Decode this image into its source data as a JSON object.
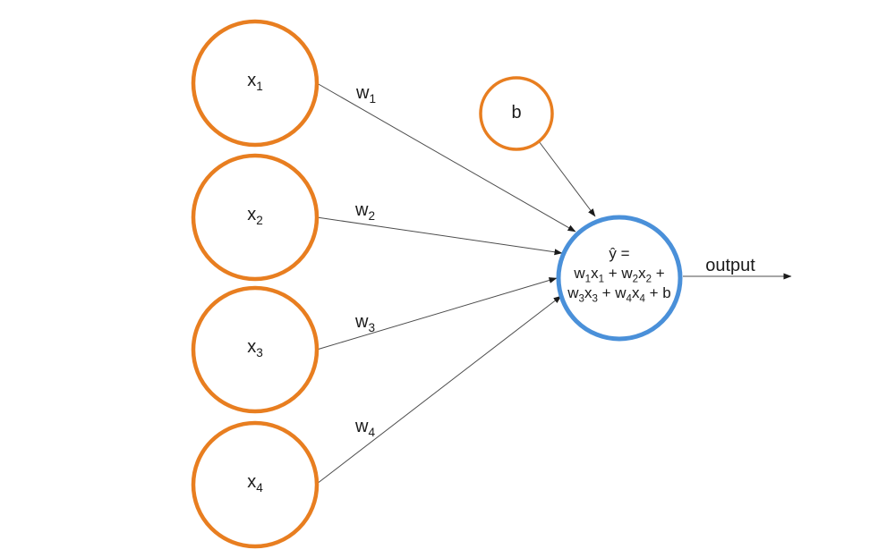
{
  "colors": {
    "node-orange": "#e87e20",
    "node-blue": "#4a90d9",
    "edge": "#4d4d4d",
    "arrowhead": "#1b1b1b",
    "text": "#1b1b1b",
    "bg": "#ffffff"
  },
  "diagram": {
    "inputs": [
      {
        "label": [
          {
            "t": "x"
          },
          {
            "sub": "1"
          }
        ]
      },
      {
        "label": [
          {
            "t": "x"
          },
          {
            "sub": "2"
          }
        ]
      },
      {
        "label": [
          {
            "t": "x"
          },
          {
            "sub": "3"
          }
        ]
      },
      {
        "label": [
          {
            "t": "x"
          },
          {
            "sub": "4"
          }
        ]
      }
    ],
    "bias": {
      "label": "b"
    },
    "weights": [
      {
        "label": [
          {
            "t": "w"
          },
          {
            "sub": "1"
          }
        ]
      },
      {
        "label": [
          {
            "t": "w"
          },
          {
            "sub": "2"
          }
        ]
      },
      {
        "label": [
          {
            "t": "w"
          },
          {
            "sub": "3"
          }
        ]
      },
      {
        "label": [
          {
            "t": "w"
          },
          {
            "sub": "4"
          }
        ]
      }
    ],
    "neuron": {
      "formula_lines": [
        [
          {
            "t": "ŷ ="
          }
        ],
        [
          {
            "t": "w"
          },
          {
            "sub": "1"
          },
          {
            "t": "x"
          },
          {
            "sub": "1"
          },
          {
            "t": " + w"
          },
          {
            "sub": "2"
          },
          {
            "t": "x"
          },
          {
            "sub": "2"
          },
          {
            "t": " +"
          }
        ],
        [
          {
            "t": "w"
          },
          {
            "sub": "3"
          },
          {
            "t": "x"
          },
          {
            "sub": "3"
          },
          {
            "t": " + w"
          },
          {
            "sub": "4"
          },
          {
            "t": "x"
          },
          {
            "sub": "4"
          },
          {
            "t": " + b"
          }
        ]
      ]
    },
    "output_label": "output"
  }
}
